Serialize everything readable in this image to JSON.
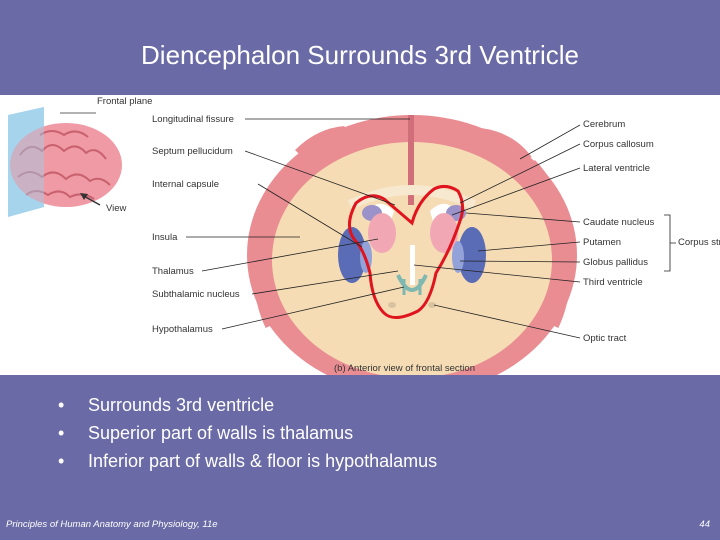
{
  "slide": {
    "title": "Diencephalon Surrounds 3rd Ventricle",
    "bullets": [
      "Surrounds 3rd ventricle",
      "Superior part of walls is thalamus",
      "Inferior part of walls & floor is hypothalamus"
    ],
    "bullet_marker": "•",
    "footer_left": "Principles of Human Anatomy and Physiology, 11e",
    "page_number": "44"
  },
  "figure": {
    "inset_labels": {
      "frontal_plane": "Frontal plane",
      "view": "View"
    },
    "left_labels": [
      "Longitudinal fissure",
      "Septum pellucidum",
      "Internal capsule",
      "Insula",
      "Thalamus",
      "Subthalamic nucleus",
      "Hypothalamus"
    ],
    "right_labels": [
      "Cerebrum",
      "Corpus callosum",
      "Lateral ventricle",
      "Caudate nucleus",
      "Putamen",
      "Globus pallidus",
      "Third ventricle",
      "Optic tract"
    ],
    "bracket_label": "Corpus striatum",
    "caption": "(b) Anterior view of frontal section",
    "colors": {
      "highlight_outline": "#e0141e",
      "cortex": "#e98d93",
      "white_matter": "#f5dcb4"
    }
  }
}
